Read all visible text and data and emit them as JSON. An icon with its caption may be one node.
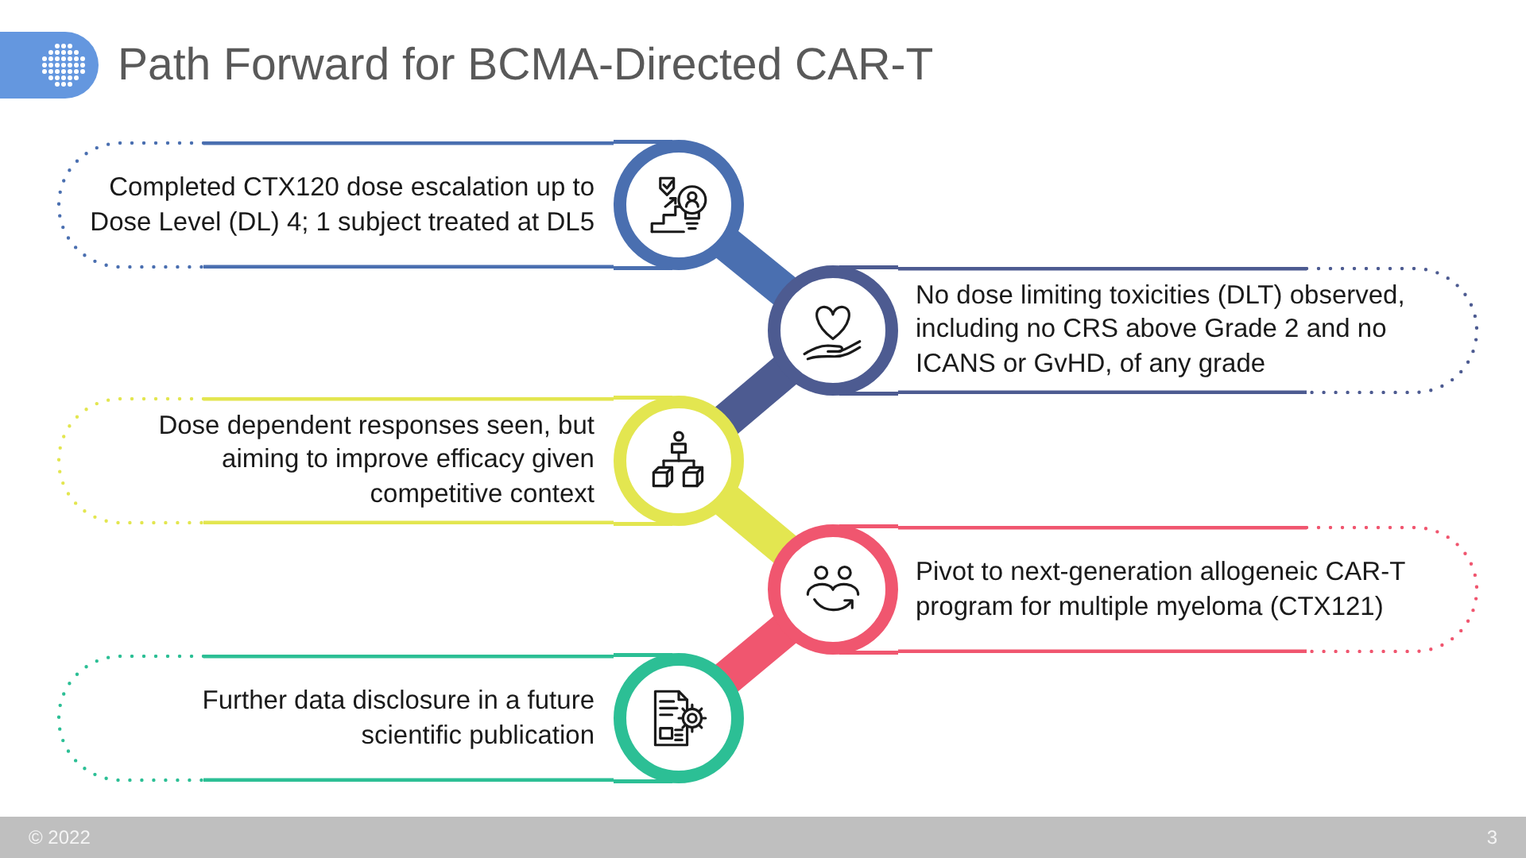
{
  "diagram": {
    "title": "Path Forward for BCMA-Directed CAR-T",
    "nodes": [
      {
        "text": [
          "Completed CTX120 dose escalation up to Dose Level (DL) 4; 1 subject treated at DL5"
        ]
      },
      {
        "text": [],
        "shape": "circle"
      },
      {
        "text": [],
        "shape": "circle"
      },
      {
        "text": [
          "No dose limiting toxicities (DLT) observed, including no CRS above Grade 2 and no ICANS or GvHD, of any grade"
        ]
      },
      {
        "text": [
          "Dose dependent responses seen, but aiming to improve efficacy given competitive context"
        ]
      },
      {
        "text": [],
        "shape": "circle"
      },
      {
        "text": [],
        "shape": "circle"
      },
      {
        "text": [
          "Pivot to next-generation allogeneic CAR-T program for multiple myeloma (CTX121)"
        ]
      },
      {
        "text": [
          "Further data disclosure in a future scientific publication"
        ]
      },
      {
        "text": [],
        "shape": "circle"
      }
    ],
    "edges": [
      {
        "from": 1,
        "to": 2,
        "arrow": "none",
        "color": "#4a6fb0"
      },
      {
        "from": 2,
        "to": 5,
        "arrow": "none",
        "color": "#4d5b91"
      },
      {
        "from": 5,
        "to": 6,
        "arrow": "none",
        "color": "#e3e650"
      },
      {
        "from": 6,
        "to": 9,
        "arrow": "none",
        "color": "#f0566f"
      }
    ],
    "labels": [
      "© 2022",
      "3"
    ]
  }
}
